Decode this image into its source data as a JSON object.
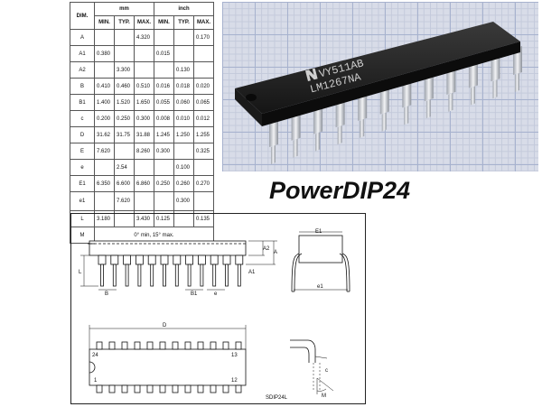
{
  "table": {
    "dim_header": "DIM.",
    "unit_headers": [
      "mm",
      "inch"
    ],
    "sub_headers": [
      "MIN.",
      "TYP.",
      "MAX.",
      "MIN.",
      "TYP.",
      "MAX."
    ],
    "rows": [
      {
        "dim": "A",
        "cells": [
          "",
          "",
          "4.320",
          "",
          "",
          "0.170"
        ]
      },
      {
        "dim": "A1",
        "cells": [
          "0.380",
          "",
          "",
          "0.015",
          "",
          ""
        ]
      },
      {
        "dim": "A2",
        "cells": [
          "",
          "3.300",
          "",
          "",
          "0.130",
          ""
        ]
      },
      {
        "dim": "B",
        "cells": [
          "0.410",
          "0.460",
          "0.510",
          "0.016",
          "0.018",
          "0.020"
        ]
      },
      {
        "dim": "B1",
        "cells": [
          "1.400",
          "1.520",
          "1.650",
          "0.055",
          "0.060",
          "0.065"
        ]
      },
      {
        "dim": "c",
        "cells": [
          "0.200",
          "0.250",
          "0.300",
          "0.008",
          "0.010",
          "0.012"
        ]
      },
      {
        "dim": "D",
        "cells": [
          "31.62",
          "31.75",
          "31.88",
          "1.245",
          "1.250",
          "1.255"
        ]
      },
      {
        "dim": "E",
        "cells": [
          "7.620",
          "",
          "8.260",
          "0.300",
          "",
          "0.325"
        ]
      },
      {
        "dim": "e",
        "cells": [
          "",
          "2.54",
          "",
          "",
          "0.100",
          ""
        ]
      },
      {
        "dim": "E1",
        "cells": [
          "6.350",
          "6.600",
          "6.860",
          "0.250",
          "0.260",
          "0.270"
        ]
      },
      {
        "dim": "e1",
        "cells": [
          "",
          "7.620",
          "",
          "",
          "0.300",
          ""
        ]
      },
      {
        "dim": "L",
        "cells": [
          "3.180",
          "",
          "3.430",
          "0.125",
          "",
          "0.135"
        ]
      }
    ],
    "last_row": {
      "dim": "M",
      "note": "0° min, 15° max."
    }
  },
  "photo": {
    "marking_line1": "VY511AB",
    "marking_line2": "LM1267NA",
    "logo": "national-semiconductor-logo"
  },
  "title": "PowerDIP24",
  "drawing": {
    "labels": {
      "A": "A",
      "A1": "A1",
      "A2": "A2",
      "L": "L",
      "B": "B",
      "B1": "B1",
      "e": "e",
      "E1": "E1",
      "e1": "e1",
      "D": "D",
      "pin24": "24",
      "pin13": "13",
      "pin1": "1",
      "pin12": "12",
      "c": "c",
      "M": "M",
      "ref": "SDIP24L"
    }
  }
}
